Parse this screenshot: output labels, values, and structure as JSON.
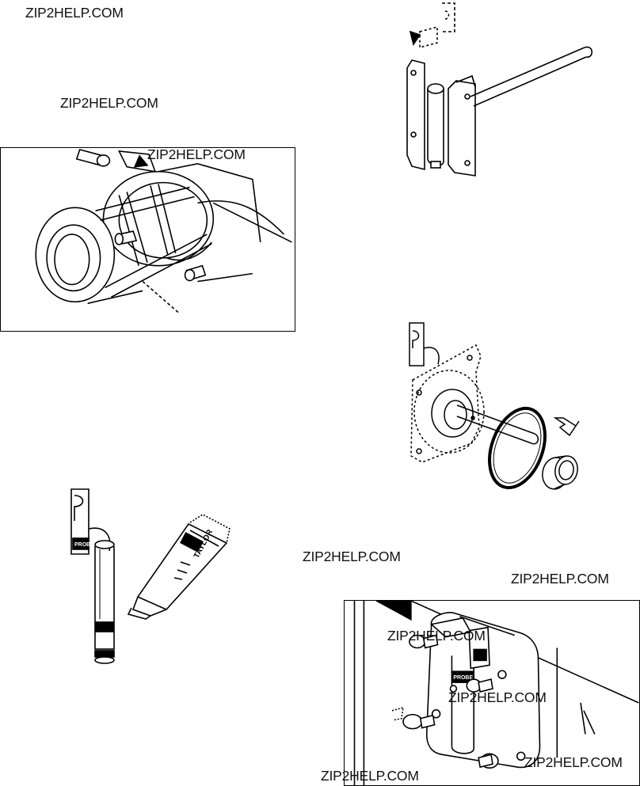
{
  "watermarks": [
    "ZIP2HELP.COM",
    "ZIP2HELP.COM",
    "ZIP2HELP.COM",
    "ZIP2HELP.COM",
    "ZIP2HELP.COM",
    "ZIP2HELP.COM",
    "ZIP2HELP.COM",
    "ZIP2HELP.COM",
    "ZIP2HELP.COM"
  ],
  "figures": {
    "spring_pin_hanger": {
      "icon": "hanger-clip-icon"
    },
    "lubricant_tube": {
      "label": "TAYLOR"
    },
    "hanger_label": {
      "label": "PROBE"
    },
    "installed_label": {
      "label": "PROBE"
    }
  },
  "colors": {
    "line": "#000000",
    "paper": "#ffffff",
    "wash": "#d9d9d9"
  }
}
